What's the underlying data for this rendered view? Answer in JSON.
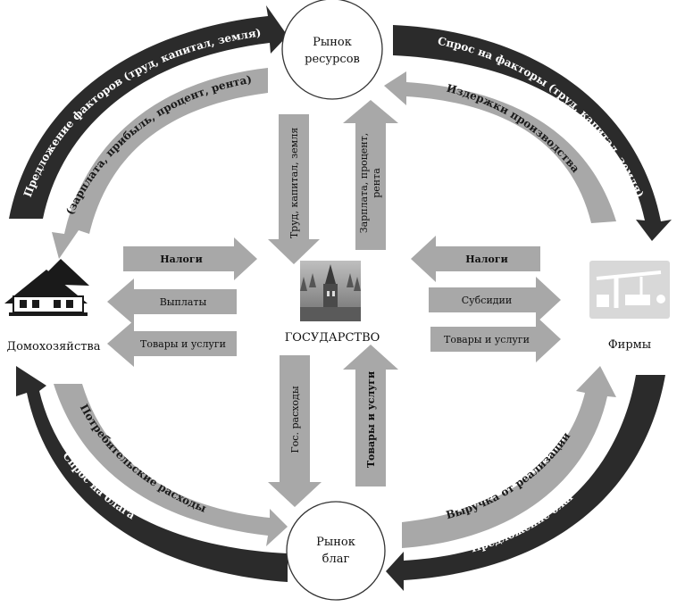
{
  "nodes": {
    "resource_market": [
      "Рынок",
      "ресурсов"
    ],
    "goods_market": [
      "Рынок",
      "благ"
    ],
    "households": "Домохозяйства",
    "firms": "Фирмы",
    "government": "ГОСУДАРСТВО"
  },
  "outer_flows": {
    "factor_supply": "Предложение факторов (труд, капитал, земля)",
    "factor_income": "(зарплата, прибыль, процент, рента)",
    "factor_demand": "Спрос на факторы (труд, капитал, земля)",
    "production_costs": "Издержки производства",
    "goods_demand": "Спрос на блага",
    "consumer_spending": "Потребительские расходы",
    "goods_supply": "Предложение благ",
    "sales_revenue": "Выручка от реализации"
  },
  "gov_flows": {
    "labor_capital_land": "Труд, капитал, земля",
    "wages_interest_rent": [
      "Зарплата, процент,",
      "рента"
    ],
    "gov_spending": "Гос. расходы",
    "goods_services_up": "Товары и услуги",
    "household_taxes": "Налоги",
    "household_payments": "Выплаты",
    "household_goods": "Товары и услуги",
    "firm_taxes": "Налоги",
    "firm_subsidies": "Субсидии",
    "firm_goods": "Товары и услуги"
  },
  "colors": {
    "dark_arrow": "#2b2b2b",
    "light_arrow": "#a8a8a8",
    "node_stroke": "#333333"
  },
  "icons": {
    "households": "house-icon",
    "firms": "factory-icon",
    "government": "kremlin-tower-icon"
  }
}
